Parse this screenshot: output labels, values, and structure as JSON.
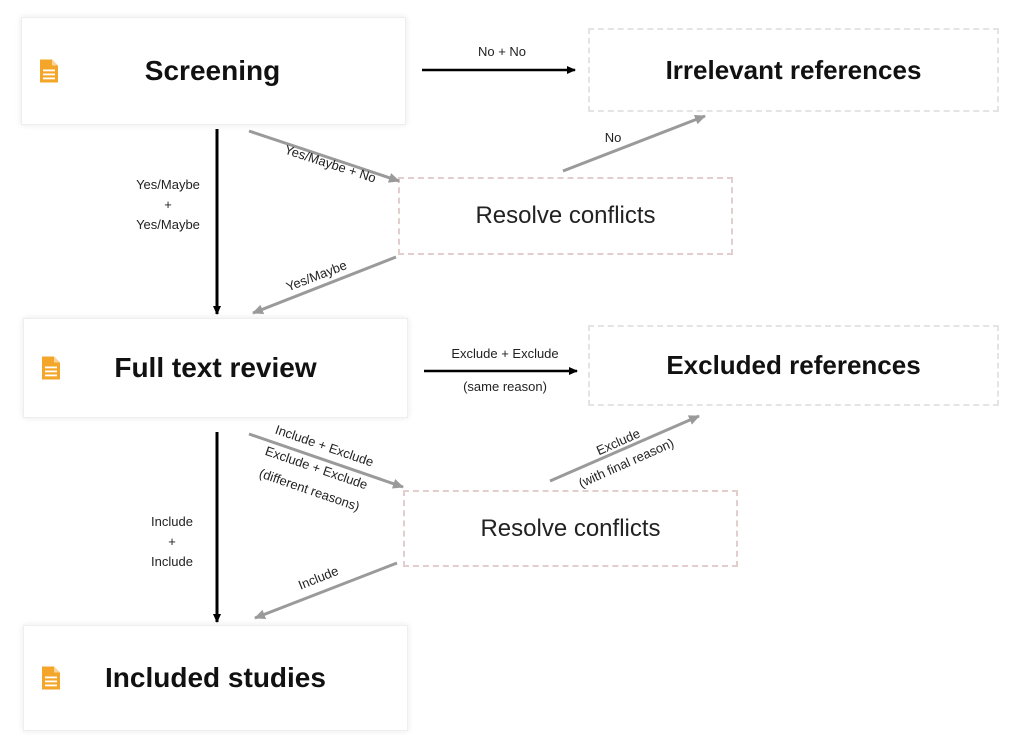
{
  "stages": {
    "screening": "Screening",
    "full_text_review": "Full text review",
    "included_studies": "Included studies"
  },
  "outcomes": {
    "irrelevant": "Irrelevant references",
    "excluded": "Excluded references"
  },
  "conflicts": {
    "top": "Resolve conflicts",
    "bottom": "Resolve conflicts"
  },
  "edges": {
    "no_no": "No + No",
    "no": "No",
    "yes_maybe_no": "Yes/Maybe + No",
    "yes_maybe": "Yes/Maybe",
    "yes_maybe_combo": [
      "Yes/Maybe",
      "+",
      "Yes/Maybe"
    ],
    "exclude_exclude": "Exclude + Exclude",
    "same_reason": "(same reason)",
    "include_exclude": [
      "Include + Exclude",
      "Exclude + Exclude",
      "(different reasons)"
    ],
    "exclude_final": [
      "Exclude",
      "(with final reason)"
    ],
    "include": "Include",
    "include_combo": [
      "Include",
      "+",
      "Include"
    ]
  },
  "icons": {
    "stage_icon": "document-icon"
  },
  "colors": {
    "icon": "#f4a62a",
    "arrow_main": "#000000",
    "arrow_side": "#9a9a9a",
    "conflict_border": "#e3cece",
    "outcome_border": "#e4e4e4"
  }
}
